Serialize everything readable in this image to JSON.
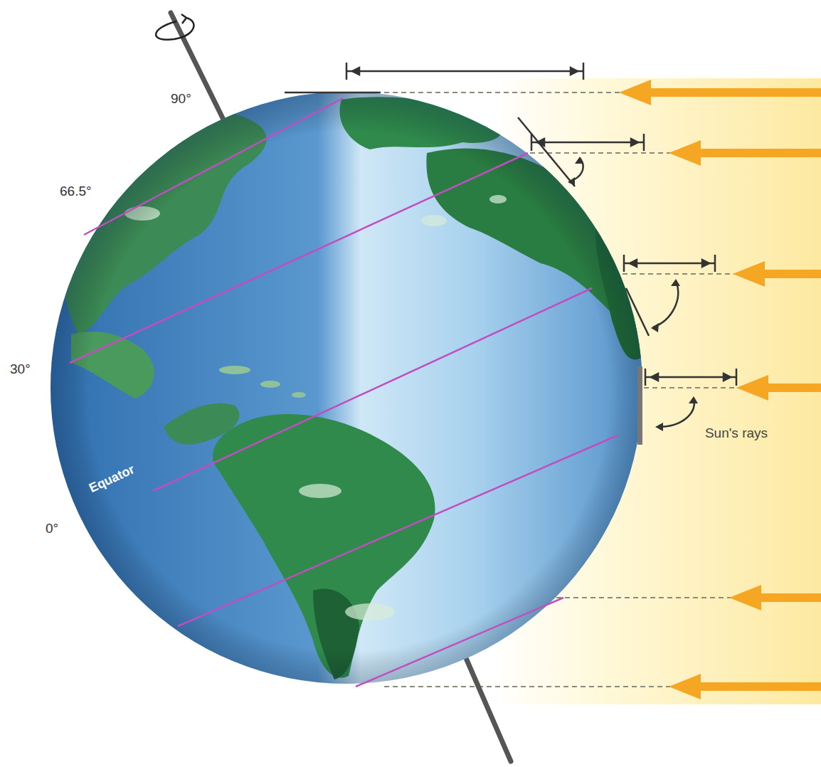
{
  "diagram": {
    "labels": [
      "90°",
      "66.5°",
      "30°",
      "Equator",
      "0°",
      "Sun's rays"
    ]
  }
}
